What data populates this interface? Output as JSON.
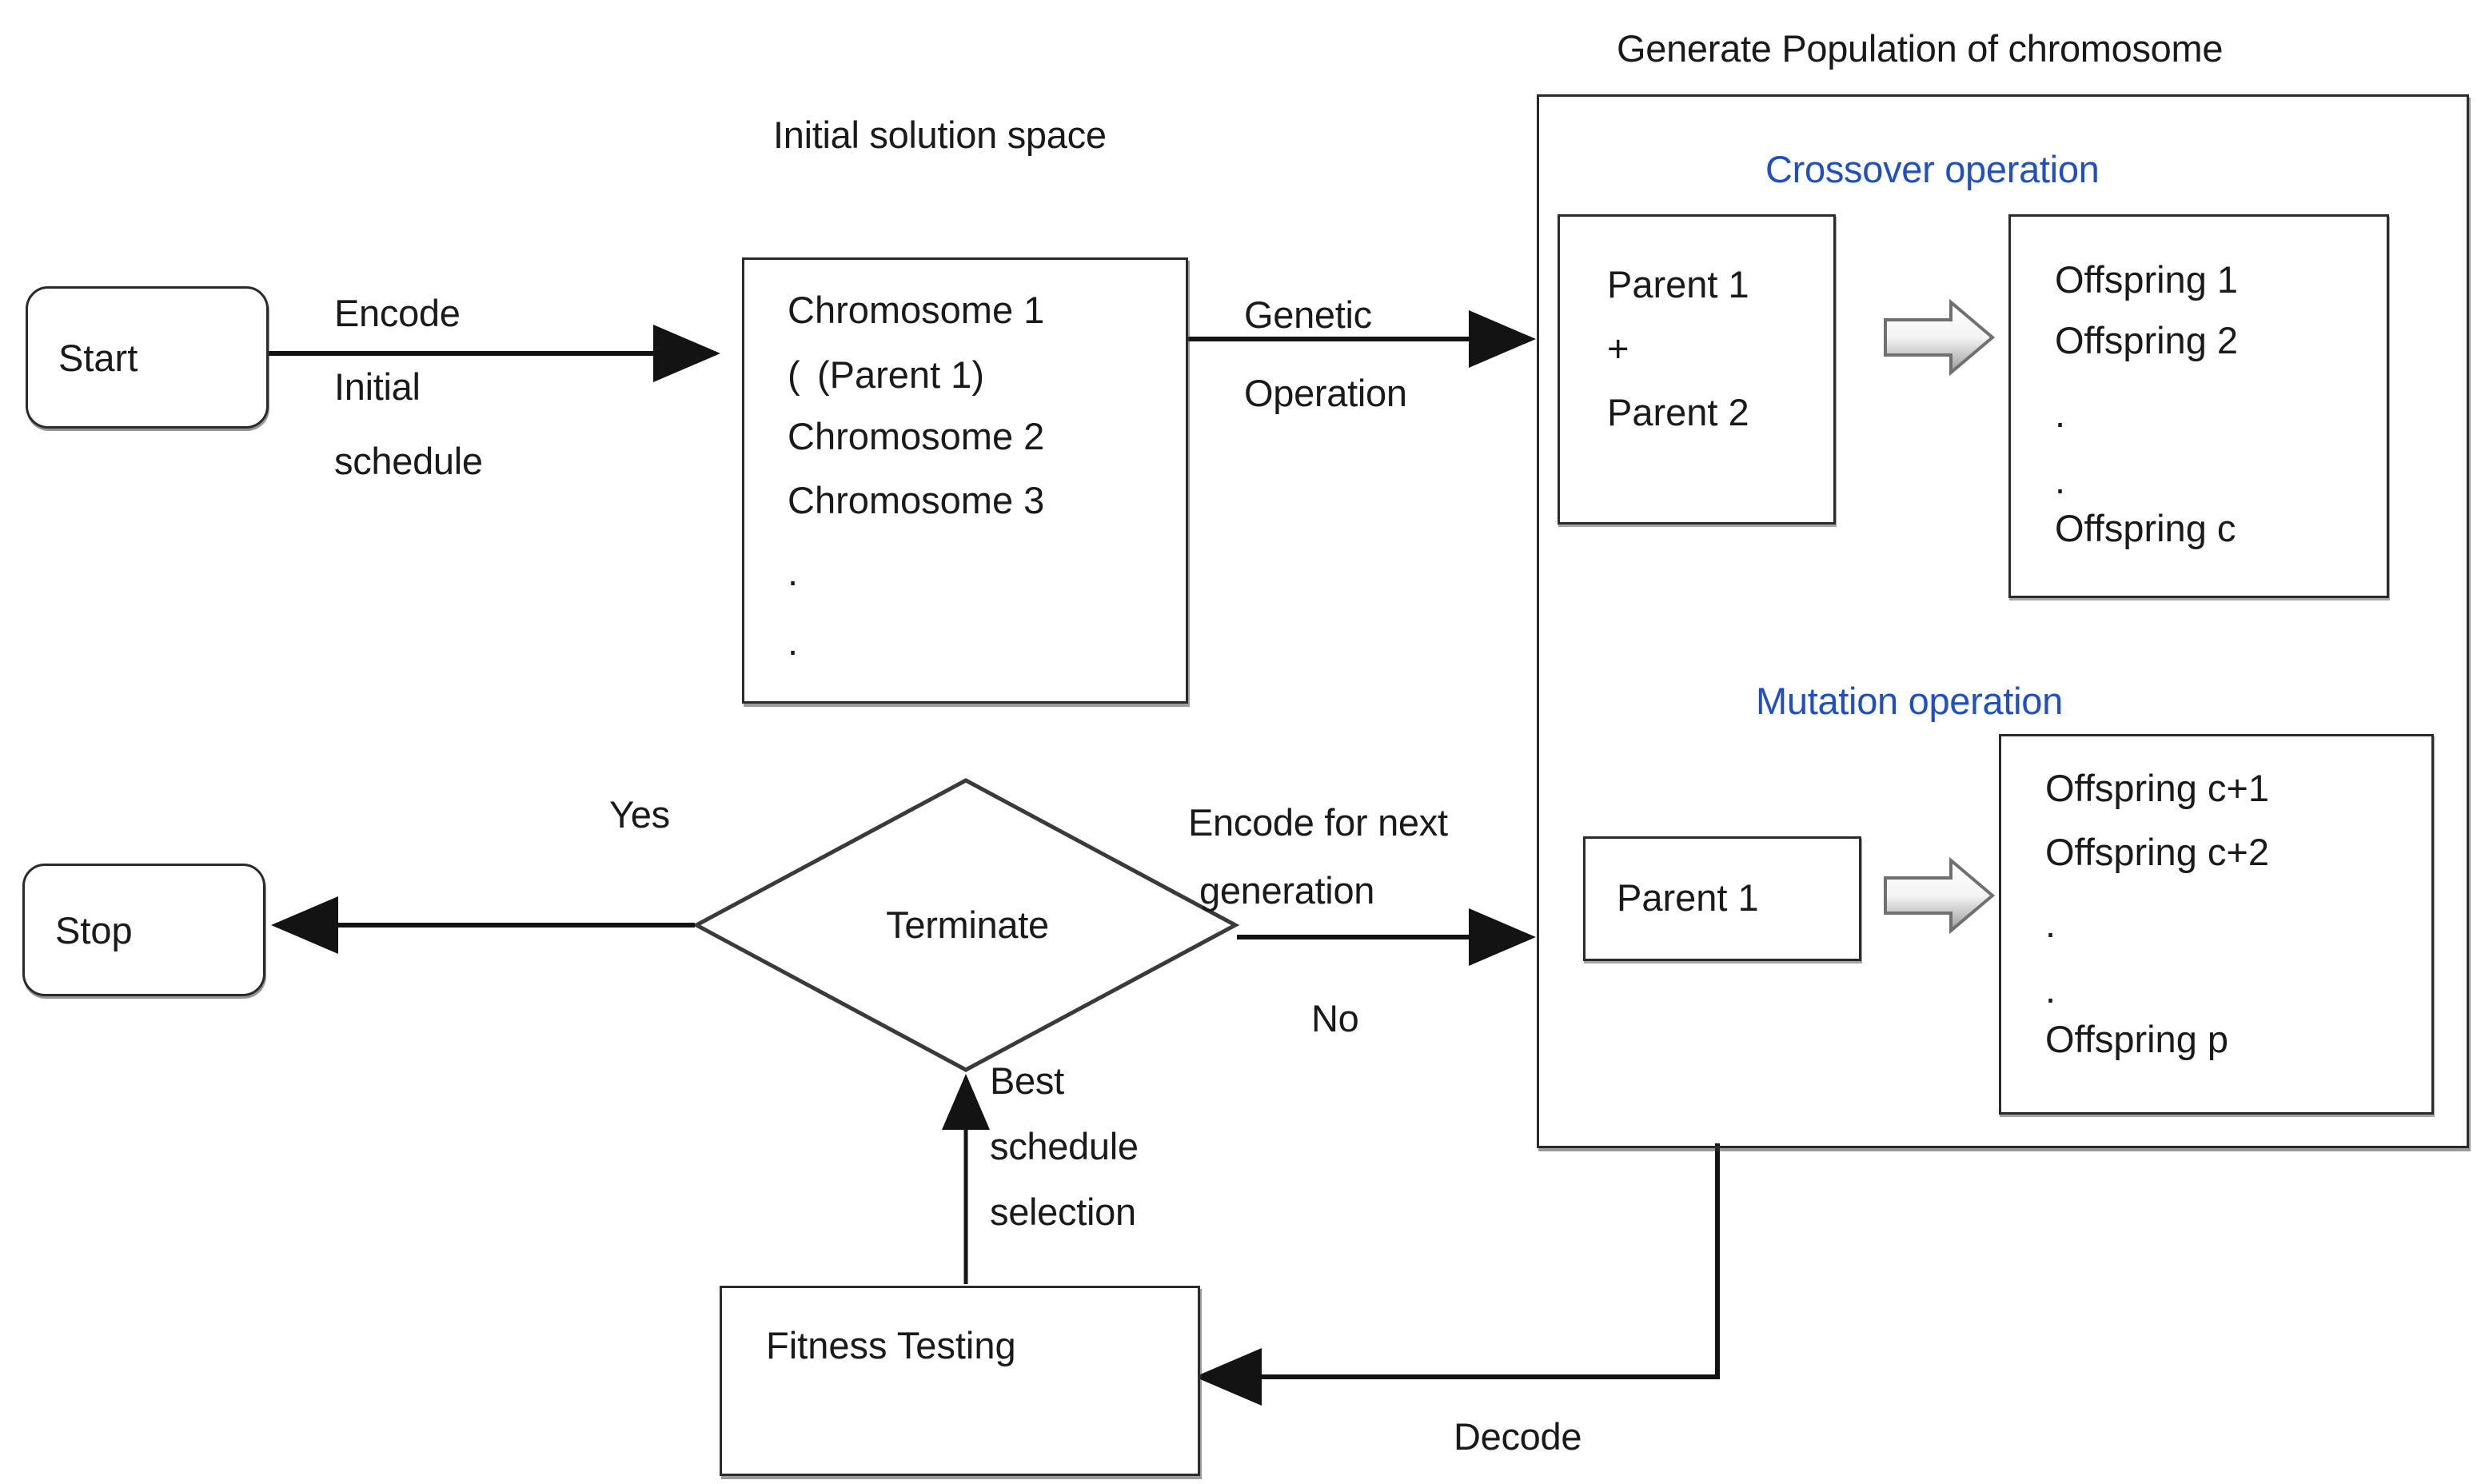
{
  "diagram": {
    "title_labels": {
      "generate_population": "Generate Population of chromosome",
      "initial_solution_space": "Initial solution space",
      "crossover_operation": "Crossover operation",
      "mutation_operation": "Mutation operation"
    },
    "nodes": {
      "start": "Start",
      "stop": "Stop",
      "terminate": "Terminate",
      "fitness_testing": "Fitness Testing"
    },
    "chromosome_box": {
      "line1": "Chromosome 1",
      "line2_prefix": "(",
      "line2_parent": "(Parent 1)",
      "line3": "Chromosome 2",
      "line4": "Chromosome 3",
      "dot1": ".",
      "dot2": "."
    },
    "crossover": {
      "parent_box": {
        "line1": "Parent 1",
        "line2": "+",
        "line3": "Parent 2"
      },
      "offspring_box": {
        "line1": "Offspring 1",
        "line2": "Offspring 2",
        "dot1": ".",
        "dot2": ".",
        "line3": "Offspring c"
      }
    },
    "mutation": {
      "parent_box": {
        "line1": "Parent 1"
      },
      "offspring_box": {
        "line1": "Offspring c+1",
        "line2": "Offspring c+2",
        "dot1": ".",
        "dot2": ".",
        "line3": "Offspring p"
      }
    },
    "edge_labels": {
      "encode_initial_schedule_1": "Encode",
      "encode_initial_schedule_2": "Initial",
      "encode_initial_schedule_3": "schedule",
      "genetic_operation_1": "Genetic",
      "genetic_operation_2": "Operation",
      "yes": "Yes",
      "no": "No",
      "encode_next_gen_1": "Encode for next",
      "encode_next_gen_2": "generation",
      "best_schedule_1": "Best",
      "best_schedule_2": "schedule",
      "best_schedule_3": "selection",
      "decode": "Decode"
    },
    "colors": {
      "accent_blue": "#1f4fc8",
      "stroke": "#2b2b2b",
      "text": "#1a1a1a",
      "background": "#ffffff"
    }
  }
}
